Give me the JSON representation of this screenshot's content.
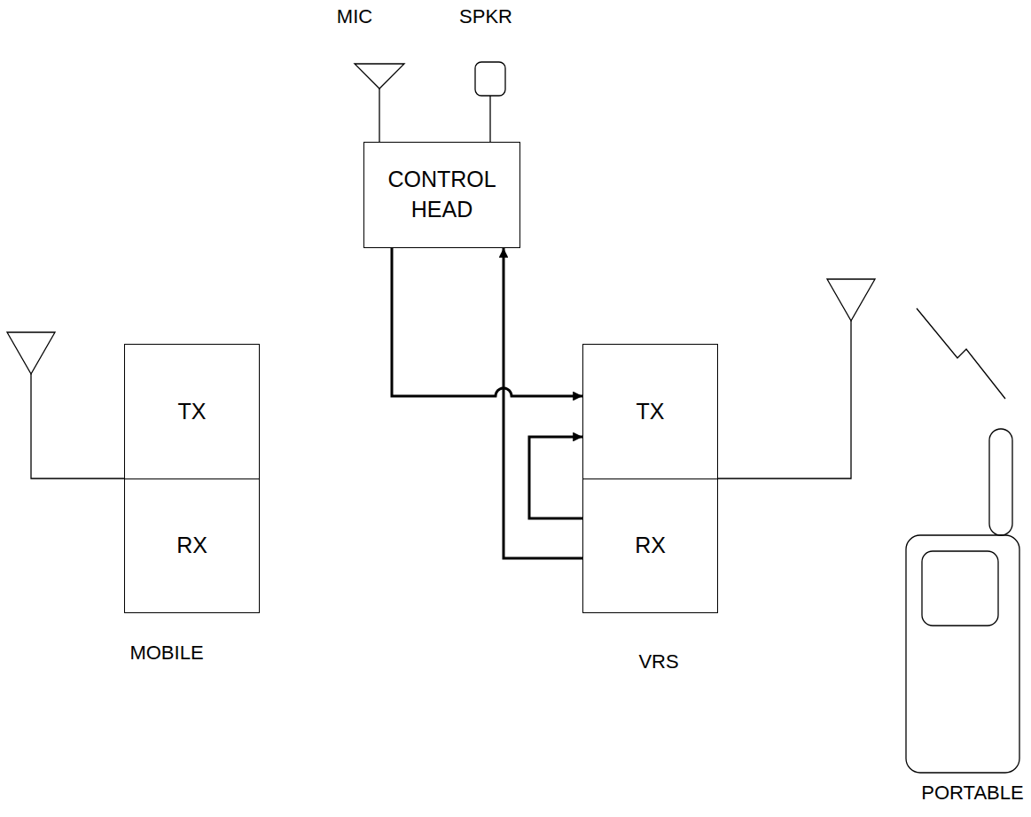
{
  "diagram": {
    "nodes": [
      {
        "text": [
          "CONTROL HEAD"
        ]
      },
      {
        "text": [
          "TX"
        ]
      },
      {
        "text": [
          "RX"
        ]
      },
      {
        "text": [
          "TX"
        ]
      },
      {
        "text": [
          "RX"
        ]
      }
    ],
    "edges": [
      {
        "from": 0,
        "to": 3,
        "arrow": "to"
      },
      {
        "from": 4,
        "to": 0,
        "arrow": "to"
      },
      {
        "from": 4,
        "to": 3,
        "arrow": "to"
      }
    ],
    "labels": [
      "MIC",
      "SPKR",
      "MOBILE",
      "VRS",
      "PORTABLE"
    ]
  }
}
